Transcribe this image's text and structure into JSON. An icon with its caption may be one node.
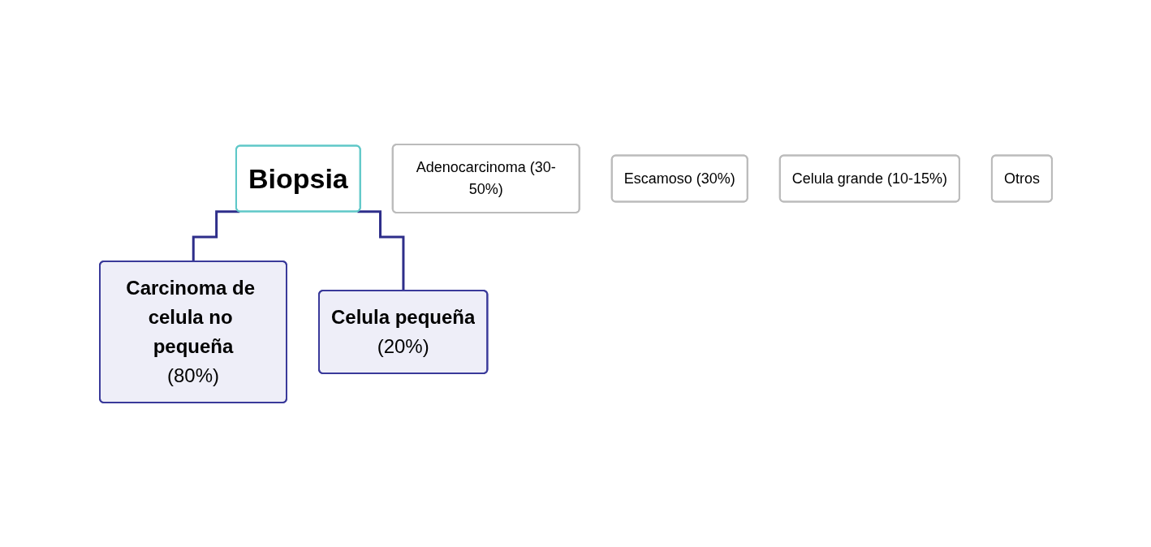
{
  "diagram": {
    "nodes": [
      {
        "text": [
          "Biopsia"
        ]
      },
      {
        "text": [
          "Carcinoma de celula no pequeña",
          "(80%)"
        ]
      },
      {
        "text": [
          "Celula pequeña",
          "(20%)"
        ]
      },
      {
        "text": [
          "Adenocarcinoma (30-50%)"
        ]
      },
      {
        "text": [
          "Escamoso (30%)"
        ]
      },
      {
        "text": [
          "Celula grande (10-15%)"
        ]
      },
      {
        "text": [
          "Otros"
        ]
      }
    ],
    "edges": [
      {
        "from": 0,
        "to": 1,
        "arrow": "none"
      },
      {
        "from": 0,
        "to": 2,
        "arrow": "none"
      }
    ]
  }
}
